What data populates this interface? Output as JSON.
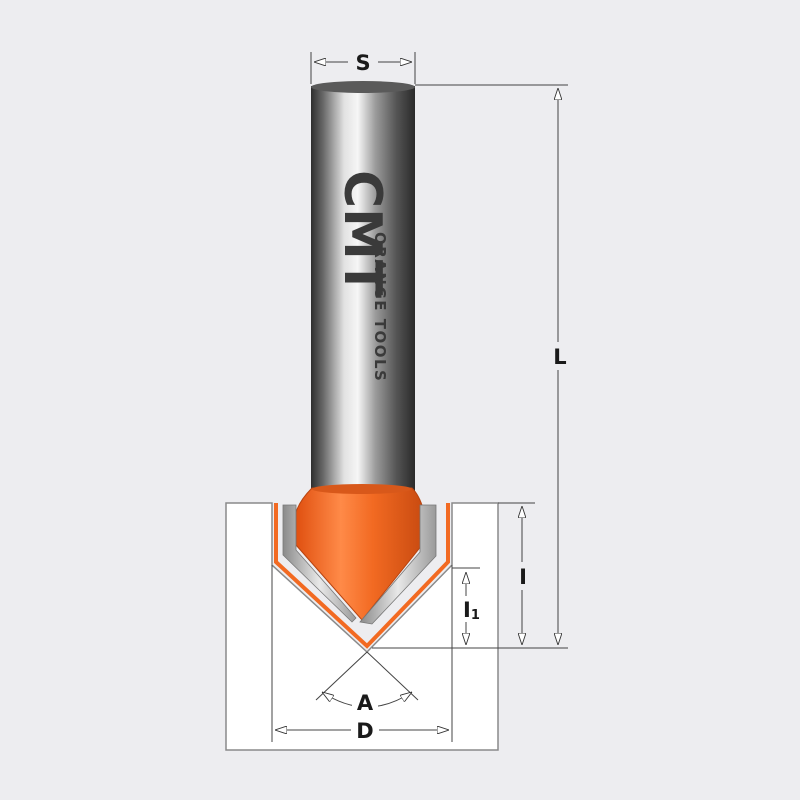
{
  "diagram": {
    "dimensions": {
      "shank_diameter": "S",
      "overall_length": "L",
      "cutting_height": "I",
      "v_depth": "I",
      "v_depth_subscript": "1",
      "angle": "A",
      "cutting_diameter": "D"
    },
    "branding": {
      "logo_text": "CMT",
      "logo_subtext": "ORANGE TOOLS"
    },
    "colors": {
      "background": "#ededf0",
      "cutter_orange": "#f26a22",
      "steel_dark": "#3a3a3a",
      "steel_light": "#d8d8d8",
      "workpiece": "#ffffff",
      "dimension_line": "#444444"
    },
    "icons": {
      "arrowhead": "open-triangle-arrow"
    }
  }
}
